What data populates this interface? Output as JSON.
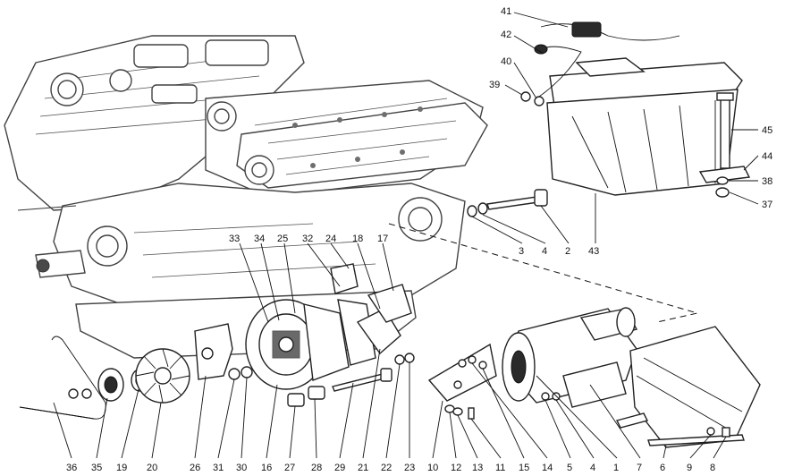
{
  "callouts": [
    "1",
    "2",
    "3",
    "4",
    "5",
    "6",
    "7",
    "8",
    "9",
    "10",
    "11",
    "12",
    "13",
    "14",
    "15",
    "16",
    "17",
    "18",
    "19",
    "20",
    "21",
    "22",
    "23",
    "24",
    "25",
    "26",
    "27",
    "28",
    "29",
    "30",
    "31",
    "32",
    "33",
    "34",
    "35",
    "36",
    "37",
    "38",
    "39",
    "40",
    "41",
    "42",
    "43",
    "44",
    "45"
  ],
  "labels": {
    "b36": "36",
    "b35": "35",
    "b19": "19",
    "b20": "20",
    "b26": "26",
    "b31": "31",
    "b30": "30",
    "b16": "16",
    "b27": "27",
    "b28": "28",
    "b29": "29",
    "b21": "21",
    "b22": "22",
    "b23": "23",
    "b10": "10",
    "b12": "12",
    "b13": "13",
    "b11": "11",
    "b15": "15",
    "b14": "14",
    "b5": "5",
    "b4": "4",
    "b1": "1",
    "b7": "7",
    "b6": "6",
    "b9": "9",
    "b8": "8",
    "t33": "33",
    "t34": "34",
    "t25": "25",
    "t32": "32",
    "t24": "24",
    "t18": "18",
    "t17": "17",
    "m3": "3",
    "m4": "4",
    "m2": "2",
    "m43": "43",
    "r41": "41",
    "r42": "42",
    "r40": "40",
    "r39": "39",
    "r45": "45",
    "r44": "44",
    "r38": "38",
    "r37": "37"
  }
}
